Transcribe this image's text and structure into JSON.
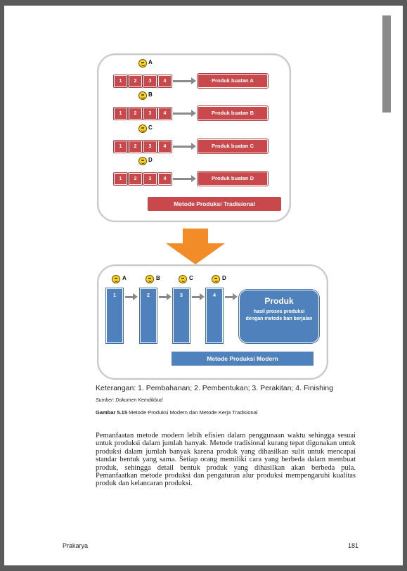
{
  "trad": {
    "rows": [
      {
        "worker": "A",
        "steps": [
          "1",
          "2",
          "3",
          "4"
        ],
        "product": "Produk buatan A"
      },
      {
        "worker": "B",
        "steps": [
          "1",
          "2",
          "3",
          "4"
        ],
        "product": "Produk buatan B"
      },
      {
        "worker": "C",
        "steps": [
          "1",
          "2",
          "3",
          "4"
        ],
        "product": "Produk buatan C"
      },
      {
        "worker": "D",
        "steps": [
          "1",
          "2",
          "3",
          "4"
        ],
        "product": "Produk buatan D"
      }
    ],
    "title": "Metode Produksi Tradisional"
  },
  "modern": {
    "workers": [
      "A",
      "B",
      "C",
      "D"
    ],
    "steps": [
      "1",
      "2",
      "3",
      "4"
    ],
    "product_title": "Produk",
    "product_desc": "hasil proses produksi dengan metode ban berjalan",
    "title": "Metode Produksi Modern"
  },
  "caption": {
    "keterangan": "Keterangan: 1. Pembahanan; 2. Pembentukan; 3. Perakitan; 4. Finishing",
    "sumber": "Sumber: Dokumen Kemdikbud",
    "gambar_label": "Gambar 5.15",
    "gambar_text": " Metode Produksi Modern dan Metode Kerja Tradisional"
  },
  "paragraph": "Pemanfaatan metode modern lebih efisien dalam penggunaan waktu sehingga sesuai untuk produksi dalam jumlah banyak. Metode tradisional kurang tepat digunakan untuk produksi dalam jumlah banyak karena produk yang dihasilkan sulit untuk mencapai standar bentuk yang sama. Setiap orang memiliki cara yang berbeda dalam membuat produk, sehingga detail bentuk produk yang dihasilkan akan berbeda pula. Pemanfaatkan metode produksi dan pengaturan alur produksi mempengaruhi kualitas produk dan kelancaran produksi.",
  "footer": {
    "book": "Prakarya",
    "page": "181"
  },
  "colors": {
    "red": "#c9484c",
    "blue": "#4f81bd",
    "orange": "#f28c28",
    "smiley": "#ffd21f"
  }
}
